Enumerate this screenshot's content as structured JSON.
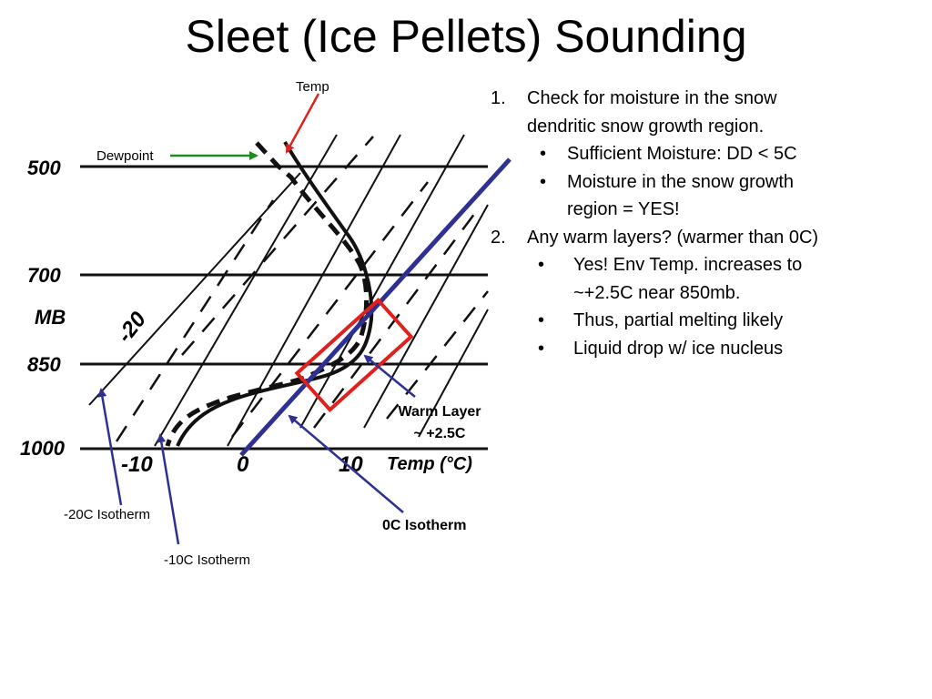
{
  "title": "Sleet (Ice Pellets) Sounding",
  "sounding": {
    "pressure_labels": [
      "500",
      "700",
      "MB",
      "850",
      "1000"
    ],
    "temp_labels": [
      "-10",
      "0",
      "10"
    ],
    "axis_label": "Temp (°C)",
    "isotherm_label": "-20"
  },
  "annotations": {
    "temp": "Temp",
    "dewpoint": "Dewpoint",
    "warm_layer_line1": "Warm Layer",
    "warm_layer_line2": "~ +2.5C",
    "zero_isotherm": "0C Isotherm",
    "minus20_isotherm": "-20C Isotherm",
    "minus10_isotherm": "-10C Isotherm"
  },
  "colors": {
    "temp_arrow": "#e0201c",
    "dewpoint_arrow": "#1f8a1f",
    "zero_isotherm_line": "#2e3192",
    "pointer_arrows": "#2e3192",
    "warm_layer_box": "#e0201c"
  },
  "notes": {
    "item1_num": "1.",
    "item1_line1": "Check for moisture in the snow",
    "item1_line2": "dendritic snow growth region.",
    "item1_bullets": [
      "Sufficient Moisture: DD < 5C",
      "Moisture in the snow growth",
      "region = YES!"
    ],
    "item2_num": "2.",
    "item2_line": "Any warm layers? (warmer than 0C)",
    "item2_bullets": [
      "Yes!  Env Temp. increases to",
      "~+2.5C near 850mb.",
      "Thus, partial melting likely",
      "Liquid drop w/ ice nucleus"
    ],
    "bullet_char": "•"
  }
}
